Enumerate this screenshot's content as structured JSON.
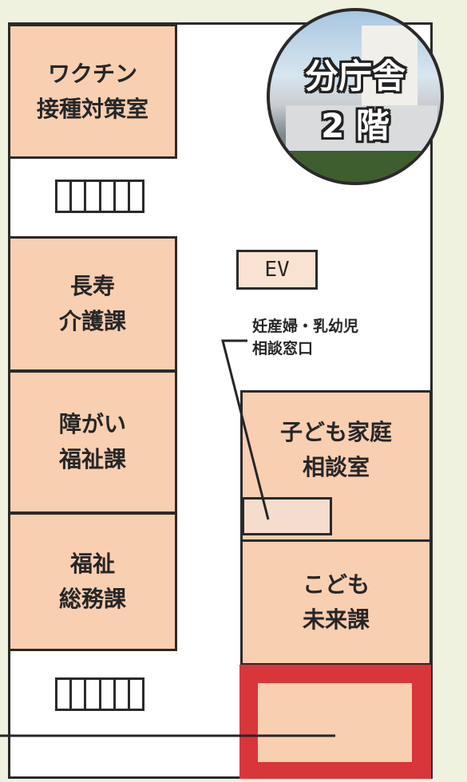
{
  "badge": {
    "line1": "分庁舎",
    "line2": "2 階"
  },
  "rooms": {
    "vaccine": [
      "ワクチン",
      "接種対策室"
    ],
    "choju": [
      "長寿",
      "介護課"
    ],
    "shogai": [
      "障がい",
      "福祉課"
    ],
    "fukushi": [
      "福祉",
      "総務課"
    ],
    "kodomo_katei": [
      "子ども家庭",
      "相談室"
    ],
    "kodomo_mirai": [
      "こども",
      "未来課"
    ]
  },
  "elevator": "EV",
  "consult_label": [
    "妊産婦・乳幼児",
    "相談窓口"
  ],
  "colors": {
    "room": "#f8cfb1",
    "highlight": "#d8363b",
    "background": "#eef2df"
  }
}
